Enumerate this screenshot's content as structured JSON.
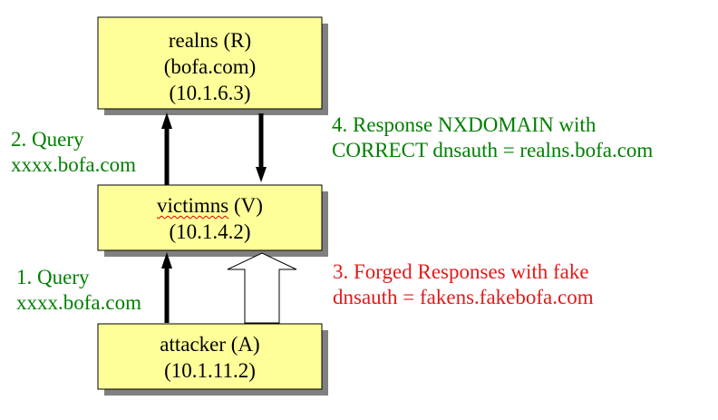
{
  "colors": {
    "box_fill": "#ffff99",
    "box_border": "#000000",
    "box_shadow": "#808080",
    "green_label": "#007f00",
    "red_label": "#e31919"
  },
  "nodes": {
    "realns": {
      "lines": [
        "realns (R)",
        "(bofa.com)",
        "(10.1.6.3)"
      ]
    },
    "victimns": {
      "name": "victimns",
      "suffix": " (V)",
      "ip": "(10.1.4.2)"
    },
    "attacker": {
      "lines": [
        "attacker (A)",
        "(10.1.11.2)"
      ]
    }
  },
  "steps": {
    "step1": {
      "lines": [
        "1. Query",
        "xxxx.bofa.com"
      ]
    },
    "step2": {
      "lines": [
        "2. Query",
        "xxxx.bofa.com"
      ]
    },
    "step3": {
      "lines": [
        "3. Forged Responses with fake",
        "dnsauth = fakens.fakebofa.com"
      ]
    },
    "step4": {
      "lines": [
        "4. Response NXDOMAIN with",
        "CORRECT dnsauth = realns.bofa.com"
      ]
    }
  }
}
